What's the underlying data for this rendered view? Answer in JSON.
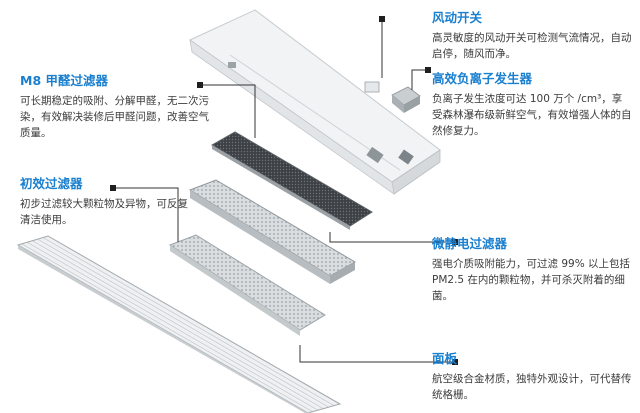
{
  "features": [
    {
      "id": "wind-switch",
      "title": "风动开关",
      "desc": "高灵敏度的风动开关可检测气流情况，自动启停，随风而净。"
    },
    {
      "id": "ion-generator",
      "title": "高效负离子发生器",
      "desc": "负离子发生浓度可达 100 万个 /cm³，享受森林瀑布级新鲜空气，有效增强人体的自然修复力。"
    },
    {
      "id": "m8-filter",
      "title": "M8 甲醛过滤器",
      "desc": "可长期稳定的吸附、分解甲醛，无二次污染，有效解决装修后甲醛问题，改善空气质量。"
    },
    {
      "id": "primary-filter",
      "title": "初效过滤器",
      "desc": "初步过滤较大颗粒物及异物，可反复清洁使用。"
    },
    {
      "id": "electrostatic-filter",
      "title": "微静电过滤器",
      "desc": "强电介质吸附能力，可过滤 99% 以上包括 PM2.5 在内的颗粒物，并可杀灭附着的细菌。"
    },
    {
      "id": "panel",
      "title": "面板",
      "desc": "航空级合金材质，独特外观设计，可代替传统格栅。"
    }
  ],
  "colors": {
    "title": "#1a7fcf",
    "text": "#3c3c3c",
    "leader": "#333333"
  }
}
